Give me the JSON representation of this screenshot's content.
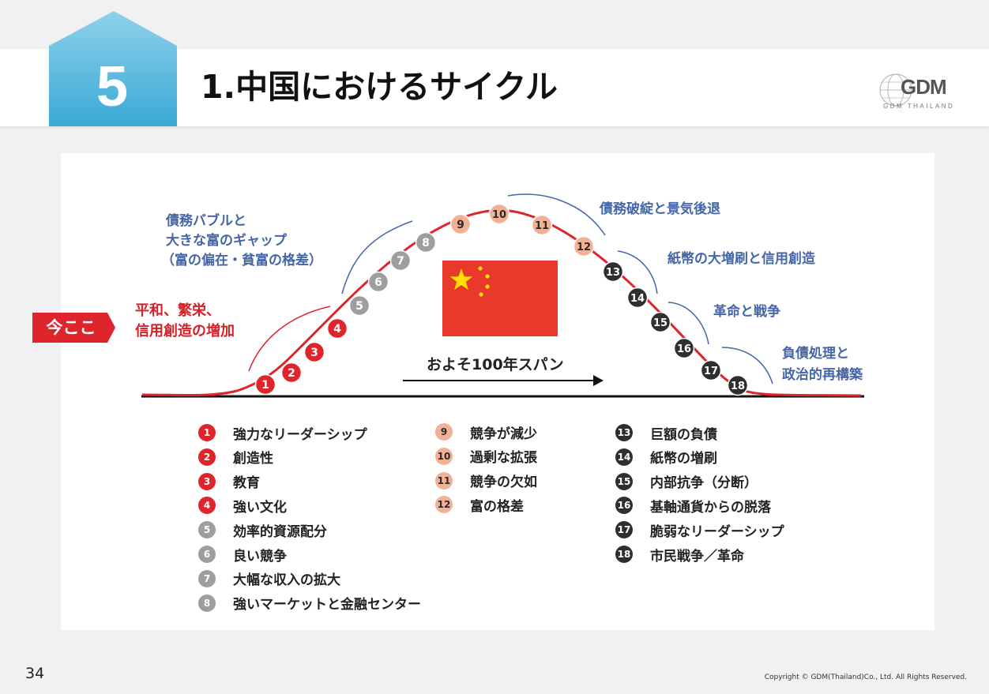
{
  "section_number": "5",
  "title": "1.中国におけるサイクル",
  "logo": {
    "text": "GDM",
    "subtitle": "GDM THAILAND"
  },
  "annotations": {
    "debt_bubble": [
      "債務バブルと",
      "大きな富のギャップ",
      "（富の偏在・貧富の格差）"
    ],
    "default_recession": "債務破綻と景気後退",
    "money_printing": "紙幣の大増刷と信用創造",
    "revolution_war": "革命と戦争",
    "restructuring": [
      "負債処理と",
      "政治的再構築"
    ],
    "peace": [
      "平和、繁栄、",
      "信用創造の増加"
    ],
    "now_here": "今ここ",
    "span": "およそ100年スパン"
  },
  "colors": {
    "red": "#e0242b",
    "grey": "#9e9e9e",
    "peach": "#f2b194",
    "dark": "#2f2f2f",
    "blue_text": "#4466a8",
    "badge_blue": "#4fb6dc"
  },
  "stages": [
    {
      "num": "1",
      "label": "強力なリーダーシップ",
      "group": "red"
    },
    {
      "num": "2",
      "label": "創造性",
      "group": "red"
    },
    {
      "num": "3",
      "label": "教育",
      "group": "red"
    },
    {
      "num": "4",
      "label": "強い文化",
      "group": "red"
    },
    {
      "num": "5",
      "label": "効率的資源配分",
      "group": "grey"
    },
    {
      "num": "6",
      "label": "良い競争",
      "group": "grey"
    },
    {
      "num": "7",
      "label": "大幅な収入の拡大",
      "group": "grey"
    },
    {
      "num": "8",
      "label": "強いマーケットと金融センター",
      "group": "grey"
    },
    {
      "num": "9",
      "label": "競争が減少",
      "group": "peach"
    },
    {
      "num": "10",
      "label": "過剰な拡張",
      "group": "peach"
    },
    {
      "num": "11",
      "label": "競争の欠如",
      "group": "peach"
    },
    {
      "num": "12",
      "label": "富の格差",
      "group": "peach"
    },
    {
      "num": "13",
      "label": "巨額の負債",
      "group": "dark"
    },
    {
      "num": "14",
      "label": "紙幣の増刷",
      "group": "dark"
    },
    {
      "num": "15",
      "label": "内部抗争（分断）",
      "group": "dark"
    },
    {
      "num": "16",
      "label": "基軸通貨からの脱落",
      "group": "dark"
    },
    {
      "num": "17",
      "label": "脆弱なリーダーシップ",
      "group": "dark"
    },
    {
      "num": "18",
      "label": "市民戦争／革命",
      "group": "dark"
    }
  ],
  "page_number": "34",
  "copyright": "Copyright © GDM(Thailand)Co., Ltd. All Rights Reserved."
}
